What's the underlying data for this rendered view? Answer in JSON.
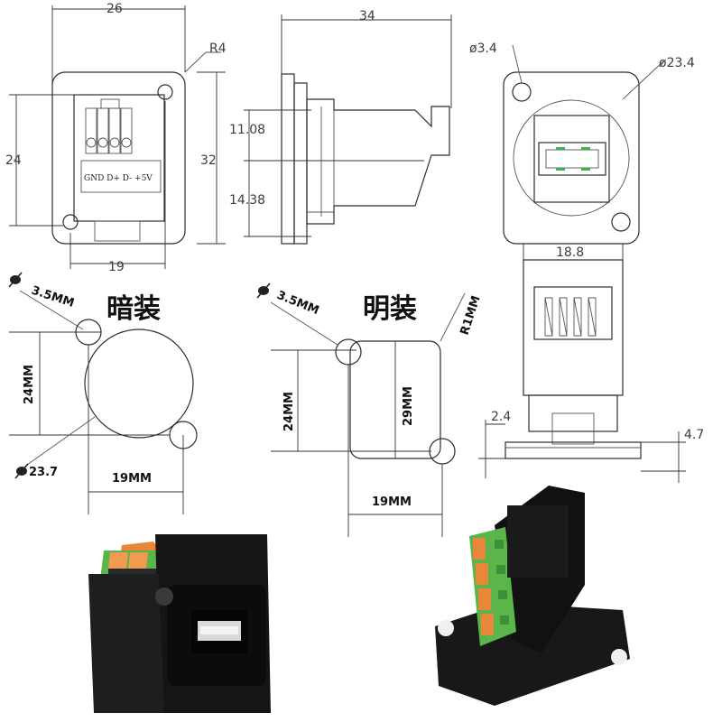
{
  "front_view": {
    "width_dim": "26",
    "corner_radius": "R4",
    "height_dim": "24",
    "body_height_dim": "32",
    "hole_spacing_dim": "19",
    "pin_labels": "GND  D+  D-  +5V"
  },
  "side_view": {
    "length_dim": "34",
    "upper_dim": "11.08",
    "lower_dim": "14.38"
  },
  "back_view": {
    "hole_dia": "ø3.4",
    "body_dia": "ø23.4"
  },
  "bottom_view": {
    "width_dim": "18.8",
    "left_offset": "2.4",
    "right_offset": "4.7"
  },
  "cutout_hidden": {
    "title": "暗装",
    "hole_dia": "3.5MM",
    "height_dim": "24MM",
    "main_dia": "23.7",
    "spacing_dim": "19MM"
  },
  "cutout_exposed": {
    "title": "明装",
    "hole_dia": "3.5MM",
    "corner_radius": "R1MM",
    "height_dim": "24MM",
    "inner_height_dim": "29MM",
    "spacing_dim": "19MM"
  },
  "photos": [
    {
      "name": "front-photo",
      "body_color": "#151515",
      "terminal_color": "#e8863a",
      "base_color": "#5ab54b"
    },
    {
      "name": "rear-photo",
      "body_color": "#151515",
      "terminal_color": "#e8863a",
      "base_color": "#5ab54b"
    }
  ]
}
